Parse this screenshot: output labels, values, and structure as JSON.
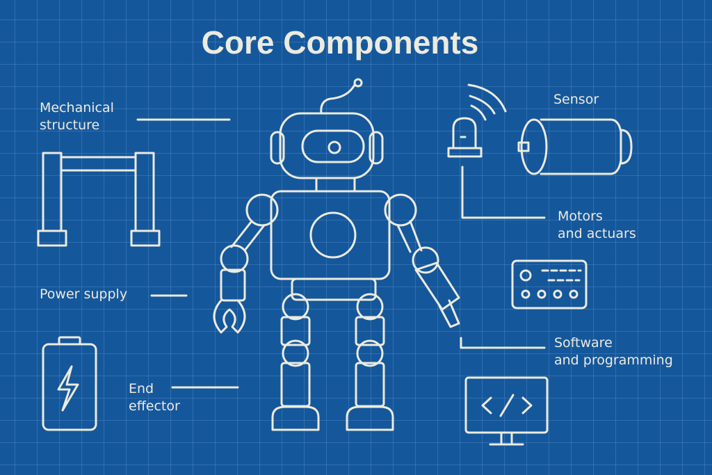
{
  "title": "Core Components",
  "labels": {
    "mechanical": [
      "Mechanical",
      "structure"
    ],
    "sensor": "Sensor",
    "motors": [
      "Motors",
      "and actuars"
    ],
    "power": "Power supply",
    "software": [
      "Software",
      "and programming"
    ],
    "end_effector": [
      "End",
      "effector"
    ]
  },
  "code_symbol": "</>",
  "colors": {
    "background": "#15579b",
    "line": "#ecebdf"
  }
}
